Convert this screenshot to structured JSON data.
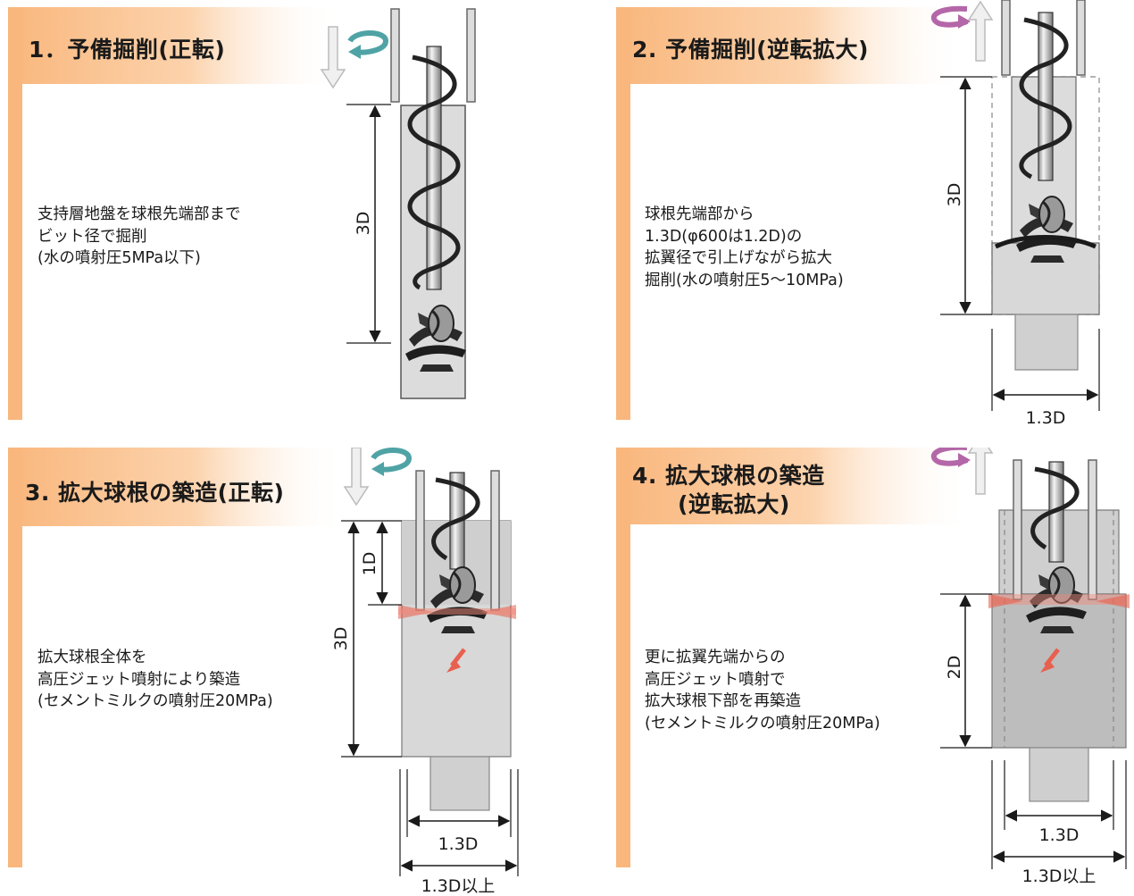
{
  "panels": [
    {
      "title": "1．予備掘削(正転)",
      "desc": [
        "支持層地盤を球根先端部まで",
        "ビット径で掘削",
        "(水の噴射圧5MPa以下)"
      ],
      "dims": {
        "vertical": "3D"
      }
    },
    {
      "title": "2.  予備掘削(逆転拡大)",
      "desc": [
        "球根先端部から",
        "1.3D(φ600は1.2D)の",
        "拡翼径で引上げながら拡大",
        "掘削(水の噴射圧5〜10MPa)"
      ],
      "dims": {
        "vertical": "3D",
        "width": "1.3D"
      }
    },
    {
      "title": "3.  拡大球根の築造(正転)",
      "desc": [
        "拡大球根全体を",
        "高圧ジェット噴射により築造",
        "(セメントミルクの噴射圧20MPa)"
      ],
      "dims": {
        "upper": "1D",
        "vertical": "3D",
        "width": "1.3D",
        "width_min": "1.3D以上"
      }
    },
    {
      "title_line1": "4.  拡大球根の築造",
      "title_line2": "(逆転拡大)",
      "desc": [
        "更に拡翼先端からの",
        "高圧ジェット噴射で",
        "拡大球根下部を再築造",
        "(セメントミルクの噴射圧20MPa)"
      ],
      "dims": {
        "vertical": "2D",
        "width": "1.3D",
        "width_min": "1.3D以上"
      }
    }
  ],
  "colors": {
    "frame_orange": "#f9b77d",
    "frame_fade": "#fde3cc",
    "hole_gray": "#dcdcdc",
    "bulb_gray": "#c4c4c4",
    "rotate_blue": "#4fa3a5",
    "rotate_pink": "#b467a8",
    "jet_red": "#e8604f"
  },
  "icons": [
    "down-arrow-icon",
    "up-arrow-icon",
    "clockwise-rotation-icon",
    "counter-rotation-icon",
    "auger-bit-icon",
    "jet-spray-icon"
  ]
}
